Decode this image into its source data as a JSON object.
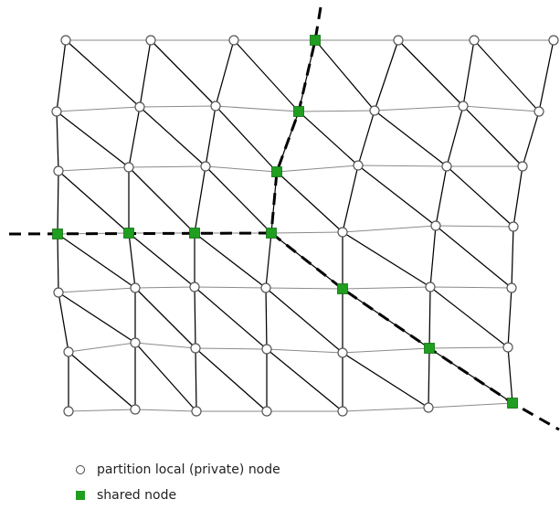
{
  "colors": {
    "private_node": "#ffffff",
    "shared_node": "#1f9e1f",
    "edge": "#000000",
    "cut_line": "#000000"
  },
  "legend": {
    "private_label": "partition local (private) node",
    "shared_label": "shared node"
  },
  "mesh": {
    "rows": [
      [
        [
          72,
          44,
          "p"
        ],
        [
          165,
          44,
          "p"
        ],
        [
          256,
          44,
          "p"
        ],
        [
          345,
          44,
          "s"
        ],
        [
          436,
          44,
          "p"
        ],
        [
          519,
          44,
          "p"
        ],
        [
          606,
          44,
          "p"
        ]
      ],
      [
        [
          62,
          122,
          "p"
        ],
        [
          153,
          117,
          "p"
        ],
        [
          236,
          116,
          "p"
        ],
        [
          327,
          122,
          "s"
        ],
        [
          410,
          121,
          "p"
        ],
        [
          507,
          116,
          "p"
        ],
        [
          590,
          122,
          "p"
        ]
      ],
      [
        [
          64,
          187,
          "p"
        ],
        [
          141,
          183,
          "p"
        ],
        [
          225,
          182,
          "p"
        ],
        [
          303,
          188,
          "s"
        ],
        [
          392,
          181,
          "p"
        ],
        [
          489,
          182,
          "p"
        ],
        [
          572,
          182,
          "p"
        ]
      ],
      [
        [
          63,
          256,
          "s"
        ],
        [
          141,
          255,
          "s"
        ],
        [
          213,
          255,
          "s"
        ],
        [
          297,
          255,
          "s"
        ],
        [
          375,
          254,
          "p"
        ],
        [
          477,
          247,
          "p"
        ],
        [
          562,
          248,
          "p"
        ]
      ],
      [
        [
          64,
          320,
          "p"
        ],
        [
          148,
          315,
          "p"
        ],
        [
          213,
          314,
          "p"
        ],
        [
          291,
          315,
          "p"
        ],
        [
          375,
          316,
          "s"
        ],
        [
          471,
          314,
          "p"
        ],
        [
          560,
          315,
          "p"
        ]
      ],
      [
        [
          75,
          385,
          "p"
        ],
        [
          148,
          375,
          "p"
        ],
        [
          214,
          381,
          "p"
        ],
        [
          292,
          382,
          "p"
        ],
        [
          375,
          386,
          "p"
        ],
        [
          470,
          381,
          "s"
        ],
        [
          556,
          380,
          "p"
        ]
      ],
      [
        [
          75,
          450,
          "p"
        ],
        [
          148,
          448,
          "p"
        ],
        [
          215,
          450,
          "p"
        ],
        [
          292,
          450,
          "p"
        ],
        [
          375,
          450,
          "p"
        ],
        [
          469,
          446,
          "p"
        ],
        [
          561,
          441,
          "s"
        ]
      ]
    ]
  }
}
